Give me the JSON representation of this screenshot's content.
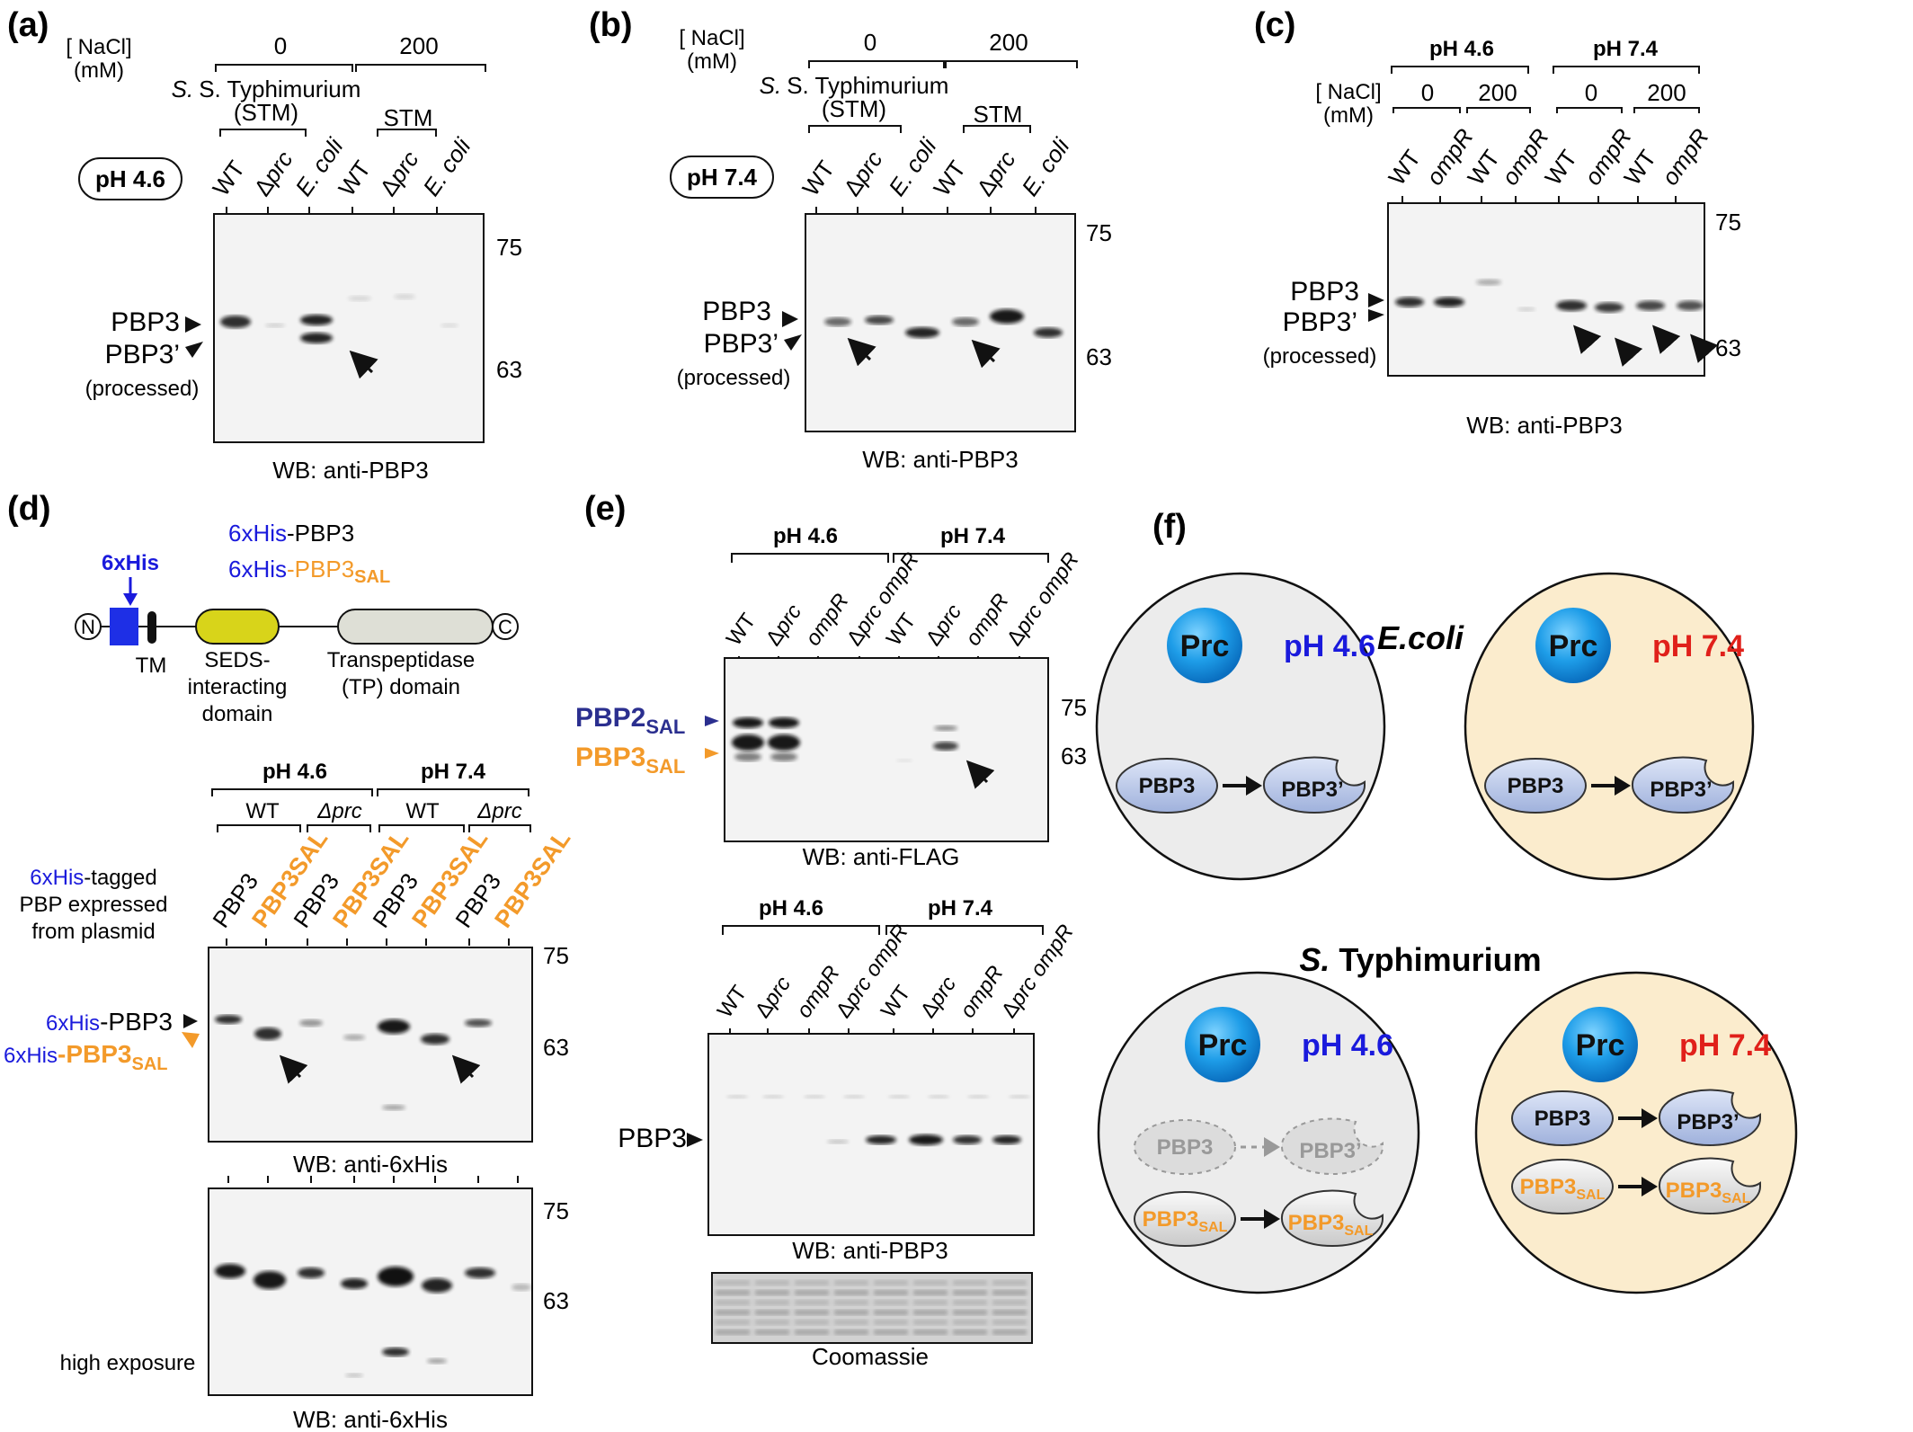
{
  "panels": {
    "a": {
      "label": "(a)",
      "nacl_label": "[ NaCl]",
      "nacl_unit": "(mM)",
      "conc_0": "0",
      "conc_200": "200",
      "strain_line1": "S. Typhimurium",
      "strain_line2": "(STM)",
      "stm": "STM",
      "ph": "pH 4.6",
      "lanes": [
        "WT",
        "Δprc",
        "E. coli",
        "WT",
        "Δprc",
        "E. coli"
      ],
      "marker_high": "75",
      "marker_low": "63",
      "band_pbp3": "PBP3",
      "band_pbp3p": "PBP3’",
      "processed": "(processed)",
      "wb": "WB: anti-PBP3"
    },
    "b": {
      "label": "(b)",
      "nacl_label": "[ NaCl]",
      "nacl_unit": "(mM)",
      "conc_0": "0",
      "conc_200": "200",
      "strain_line1": "S. Typhimurium",
      "strain_line2": "(STM)",
      "stm": "STM",
      "ph": "pH 7.4",
      "lanes": [
        "WT",
        "Δprc",
        "E. coli",
        "WT",
        "Δprc",
        "E. coli"
      ],
      "marker_high": "75",
      "marker_low": "63",
      "band_pbp3": "PBP3",
      "band_pbp3p": "PBP3’",
      "processed": "(processed)",
      "wb": "WB: anti-PBP3"
    },
    "c": {
      "label": "(c)",
      "ph_left": "pH 4.6",
      "ph_right": "pH 7.4",
      "nacl_label": "[ NaCl]",
      "nacl_unit": "(mM)",
      "conc": [
        "0",
        "200",
        "0",
        "200"
      ],
      "lanes": [
        "WT",
        "ompR",
        "WT",
        "ompR",
        "WT",
        "ompR",
        "WT",
        "ompR"
      ],
      "marker_high": "75",
      "marker_low": "63",
      "band_pbp3": "PBP3",
      "band_pbp3p": "PBP3’",
      "processed": "(processed)",
      "wb": "WB: anti-PBP3"
    },
    "d": {
      "label": "(d)",
      "construct1_tag": "6xHis",
      "construct1_name": "-PBP3",
      "construct2_tag": "6xHis",
      "construct2_name": "-PBP3",
      "construct2_sub": "SAL",
      "his_label": "6xHis",
      "n_term": "N",
      "c_term": "C",
      "tm": "TM",
      "seds_line1": "SEDS-",
      "seds_line2": "interacting",
      "seds_line3": "domain",
      "tp_line1": "Transpeptidase",
      "tp_line2": "(TP) domain",
      "ph_left": "pH 4.6",
      "ph_right": "pH 7.4",
      "wt": "WT",
      "dprc": "Δprc",
      "expr_tag": "6xHis",
      "expr_line1": "-tagged",
      "expr_line2": "PBP expressed",
      "expr_line3": "from plasmid",
      "lanes": [
        "PBP3",
        "PBP3SAL",
        "PBP3",
        "PBP3SAL",
        "PBP3",
        "PBP3SAL",
        "PBP3",
        "PBP3SAL"
      ],
      "marker_high": "75",
      "marker_low": "63",
      "band1_tag": "6xHis",
      "band1_name": "-PBP3",
      "band2_tag": "6xHis",
      "band2_name": "-PBP3",
      "band2_sub": "SAL",
      "wb1": "WB: anti-6xHis",
      "high_exposure": "high exposure",
      "wb2": "WB: anti-6xHis"
    },
    "e": {
      "label": "(e)",
      "ph_left": "pH 4.6",
      "ph_right": "pH 7.4",
      "lanes": [
        "WT",
        "Δprc",
        "ompR",
        "Δprc ompR",
        "WT",
        "Δprc",
        "ompR",
        "Δprc ompR"
      ],
      "marker_high": "75",
      "marker_low": "63",
      "band_pbp2": "PBP2",
      "band_pbp2_sub": "SAL",
      "band_pbp3": "PBP3",
      "band_pbp3_sub": "SAL",
      "wb1": "WB: anti-FLAG",
      "ph_left2": "pH 4.6",
      "ph_right2": "pH 7.4",
      "band_pbp3_b": "PBP3",
      "wb2": "WB: anti-PBP3",
      "coomassie": "Coomassie"
    },
    "f": {
      "label": "(f)",
      "ecoli_title": "E.coli",
      "styph_title_it": "S.",
      "styph_title": "Typhimurium",
      "prc": "Prc",
      "ph_acid": "pH 4.6",
      "ph_neutral": "pH 7.4",
      "pbp3": "PBP3",
      "pbp3p": "PBP3’",
      "pbp3sal": "PBP3",
      "sal_sub": "SAL"
    }
  },
  "colors": {
    "blue_text": "#1a1adc",
    "orange": "#f39a2a",
    "red": "#e0201a",
    "navy": "#2b2f8f",
    "yellow_domain": "#d8d41a",
    "grey_domain": "#dedfd6",
    "his_box": "#1e2fe6",
    "cell_acid": "#ececec",
    "cell_neutral": "#fbeccd",
    "prc_blue": "#1e9de8"
  }
}
